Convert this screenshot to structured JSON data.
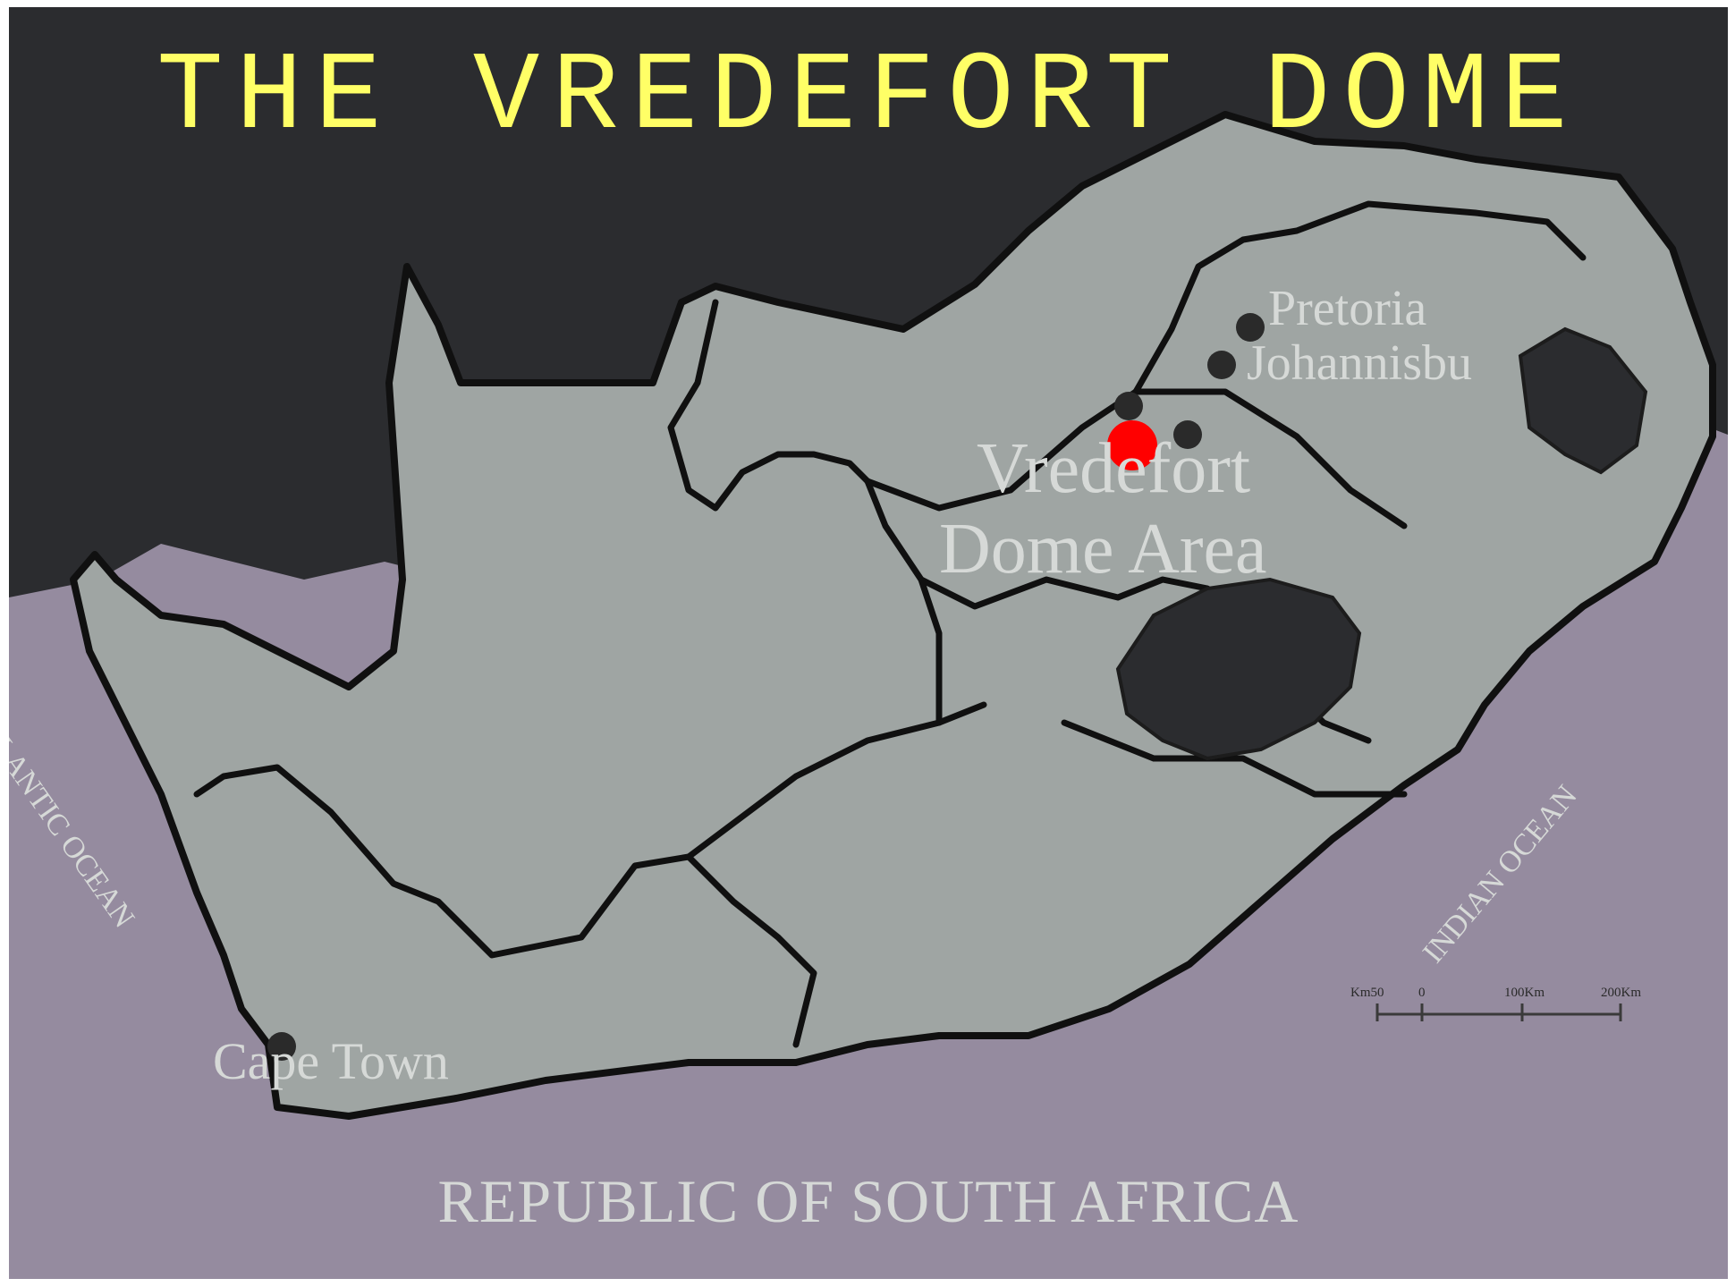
{
  "title": "THE VREDEFORT DOME",
  "labels": {
    "pretoria": "Pretoria",
    "johannesburg": "Johannisbu",
    "vredefort_line1": "Vredefort",
    "vredefort_line2": "Dome Area",
    "cape_town": "Cape Town",
    "country": "REPUBLIC OF SOUTH AFRICA",
    "atlantic": "ATLANTIC OCEAN",
    "indian": "INDIAN OCEAN"
  },
  "scale_bar": {
    "ticks": [
      "Km50",
      "0",
      "100Km",
      "200Km"
    ]
  },
  "colors": {
    "title": "#ffff66",
    "ocean": "#958b9f",
    "land_outside": "#2b2c2f",
    "land": "#9fa5a3",
    "border": "#101010",
    "label_text": "#d6d9d7",
    "dome_marker": "#ff0000",
    "city_dot": "#2a2a2a"
  }
}
